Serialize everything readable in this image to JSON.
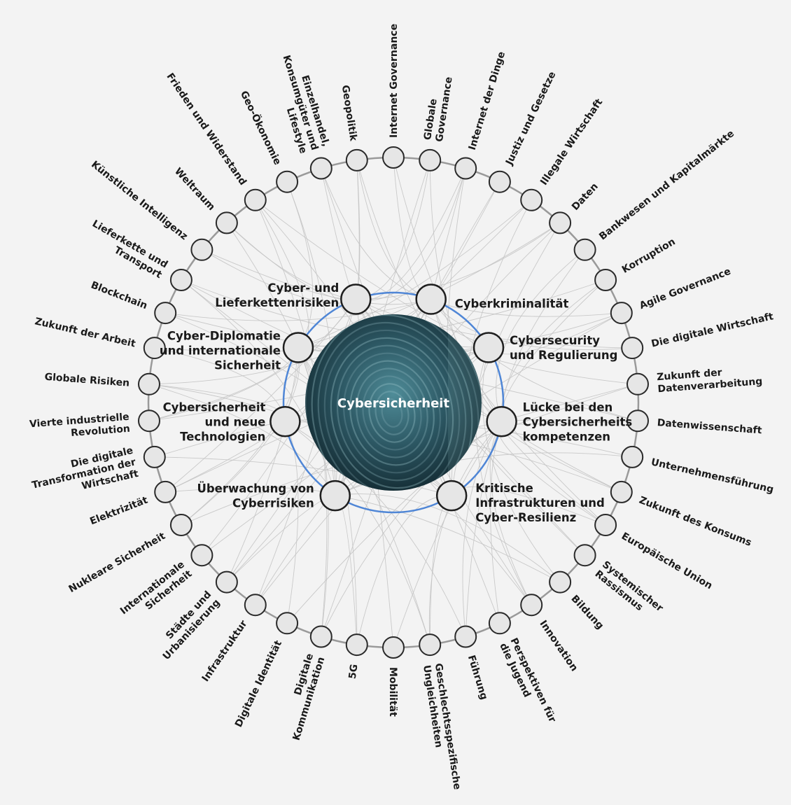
{
  "diagram": {
    "center_title": "Cybersicherheit",
    "inner_topics": [
      "Cyber- und Lieferkettenrisiken",
      "Cyberkriminalität",
      "Cybersecurity und Regulierung",
      "Lücke bei den Cybersicherheits kompetenzen",
      "Kritische Infrastrukturen und Cyber-Resilienz",
      "Überwachung von Cyberrisiken",
      "Cybersicherheit und neue Technologien",
      "Cyber-Diplomatie und internationale Sicherheit"
    ],
    "outer_topics": [
      "Internet Governance",
      "Globale Governance",
      "Internet der Dinge",
      "Justiz und Gesetze",
      "Illegale Wirtschaft",
      "Daten",
      "Bankwesen und Kapitalmärkte",
      "Korruption",
      "Agile Governance",
      "Die digitale Wirtschaft",
      "Zukunft der Datenverarbeitung",
      "Datenwissenschaft",
      "Unternehmensführung",
      "Zukunft des Konsums",
      "Europäische Union",
      "Systemischer Rassismus",
      "Bildung",
      "Innovation",
      "Perspektiven für die Jugend",
      "Führung",
      "Geschlechtsspezifische Ungleichheiten",
      "Mobilität",
      "5G",
      "Digitale Kommunikation",
      "Digitale Identität",
      "Infrastruktur",
      "Städte und Urbanisierung",
      "Internationale Sicherheit",
      "Nukleare Sicherheit",
      "Elektrizität",
      "Die digitale Transformation der Wirtschaft",
      "Vierte industrielle Revolution",
      "Globale Risiken",
      "Zukunft der Arbeit",
      "Blockchain",
      "Lieferkette und Transport",
      "Künstliche Intelligenz",
      "Weltraum",
      "Frieden und Widerstand",
      "Geo-Ökonomie",
      "Einzelhandel, Konsumgüter und Lifestyle",
      "Geopolitik"
    ],
    "colors": {
      "inner_ring": "#4f86d6",
      "outer_ring": "#9a9a9a",
      "center_fill": "#2c5763",
      "node_fill": "#e6e6e6"
    }
  }
}
